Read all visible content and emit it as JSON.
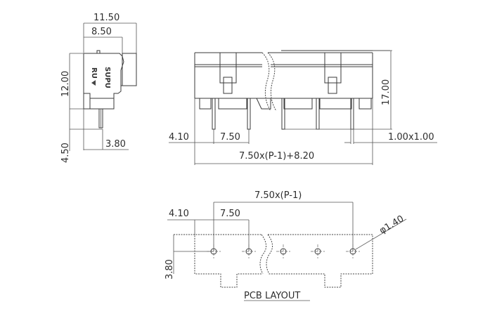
{
  "side_view": {
    "dim_overall_depth": "11.50",
    "dim_body_depth": "8.50",
    "dim_height": "12.00",
    "dim_pin_length": "4.50",
    "dim_pin_offset": "3.80",
    "brand_logo": "SUPU"
  },
  "front_view": {
    "dim_edge_to_pin": "4.10",
    "dim_pitch": "7.50",
    "dim_total_length": "7.50x(P-1)+8.20",
    "dim_height": "17.00",
    "dim_pin_section": "1.00x1.00"
  },
  "pcb_layout": {
    "title": "PCB LAYOUT",
    "dim_span": "7.50x(P-1)",
    "dim_edge_to_pin": "4.10",
    "dim_pitch": "7.50",
    "dim_hole_diameter": "φ1.40",
    "dim_row_offset": "3.80"
  }
}
